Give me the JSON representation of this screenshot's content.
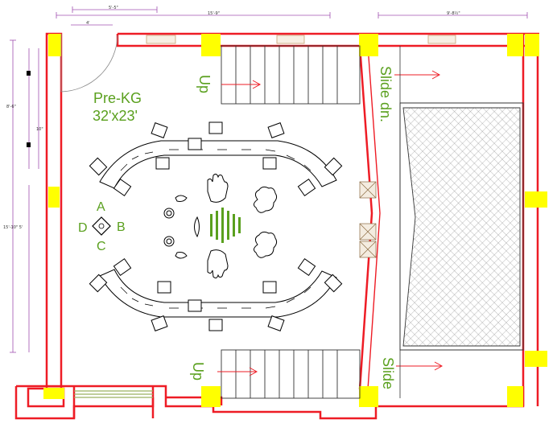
{
  "room": {
    "name": "Pre-KG",
    "size": "32'x23'"
  },
  "labels": {
    "stairs_up_top": "Up",
    "stairs_up_bottom": "Up",
    "slide_top": "Slide dn.",
    "slide_bottom": "Slide"
  },
  "compass": {
    "a": "A",
    "b": "B",
    "c": "C",
    "d": "D"
  },
  "dimensions": {
    "top_short": "5'-5\"",
    "top_long": "15'-9\"",
    "top_right": "9'-8½\"",
    "top_door": "4'",
    "left_upper": "8'-6\"",
    "left_mid": "10\"",
    "left_lower": "15'-10\" 5'"
  },
  "colors": {
    "wall": "#ee1c25",
    "column": "#ffff00",
    "text_green": "#5aa01e",
    "dimension_line": "#a050b0",
    "window": "#e8c890",
    "planter": "#b0c878"
  }
}
